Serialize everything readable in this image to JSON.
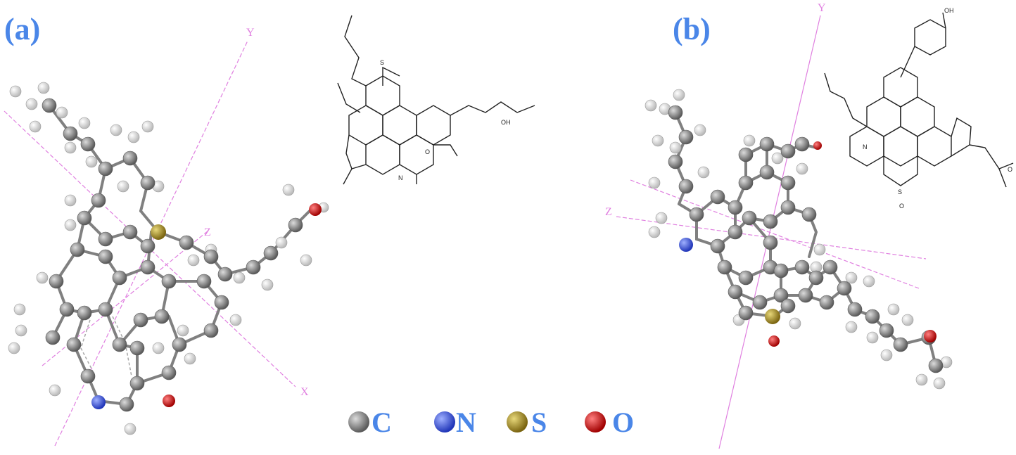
{
  "panels": [
    {
      "label": "(a)",
      "axes": [
        "Y",
        "Z",
        "X"
      ],
      "sketch_atoms": [
        "S",
        "O",
        "N",
        "OH"
      ]
    },
    {
      "label": "(b)",
      "axes": [
        "Y",
        "Z"
      ],
      "sketch_atoms": [
        "OH",
        "N",
        "S",
        "O",
        "O"
      ]
    }
  ],
  "legend": [
    {
      "symbol": "C",
      "color": "#7d7d7d"
    },
    {
      "symbol": "N",
      "color": "#3a52d8"
    },
    {
      "symbol": "S",
      "color": "#a08a1c"
    },
    {
      "symbol": "O",
      "color": "#d81818"
    }
  ],
  "colors": {
    "label": "#4a86e8",
    "axis": "#e080e0",
    "bond": "#808080",
    "hydrogen": "#f2f2f2"
  },
  "icons": [
    "atom-sphere"
  ]
}
